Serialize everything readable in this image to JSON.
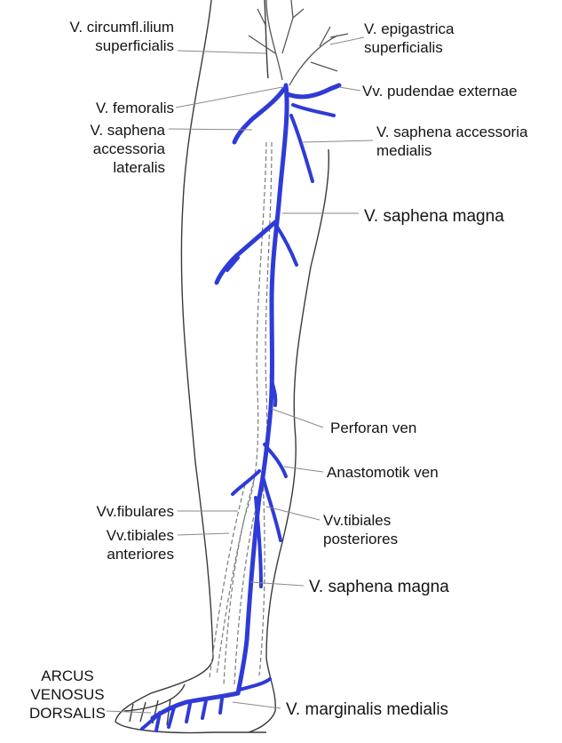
{
  "labels": {
    "circumflexa": [
      "V. circumfl.ilium",
      "superficialis"
    ],
    "epigastrica": [
      "V. epigastrica",
      "superficialis"
    ],
    "femoralis": "V. femoralis",
    "pudendae": "Vv. pudendae externae",
    "saphena_acc_lat": [
      "V. saphena",
      "accessoria",
      "lateralis"
    ],
    "saphena_acc_med": [
      "V. saphena accessoria",
      "medialis"
    ],
    "saphena_magna_upper": "V. saphena magna",
    "perforan": "Perforan ven",
    "anastomotik": "Anastomotik ven",
    "fibulares": "Vv.fibulares",
    "tibiales_ant": [
      "Vv.tibiales",
      "anteriores"
    ],
    "tibiales_post": [
      "Vv.tibiales",
      "posteriores"
    ],
    "saphena_magna_lower": "V. saphena magna",
    "arcus": [
      "ARCUS",
      "VENOSUS",
      "DORSALIS"
    ],
    "marginalis": "V. marginalis medialis"
  },
  "colors": {
    "vein": "#2f3bd6",
    "outline": "#3a3a3a",
    "deep_vein": "#7a7a7a",
    "leader": "#8a8a8a"
  }
}
